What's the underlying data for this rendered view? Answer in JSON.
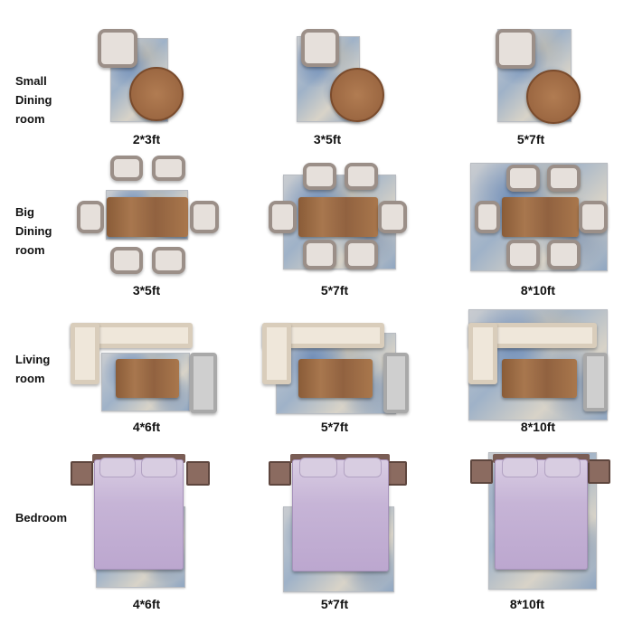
{
  "rows": [
    {
      "label_lines": [
        "Small",
        "Dining",
        "room"
      ],
      "sizes": [
        "2*3ft",
        "3*5ft",
        "5*7ft"
      ]
    },
    {
      "label_lines": [
        "Big",
        "Dining",
        "room"
      ],
      "sizes": [
        "3*5ft",
        "5*7ft",
        "8*10ft"
      ]
    },
    {
      "label_lines": [
        "Living",
        "room"
      ],
      "sizes": [
        "4*6ft",
        "5*7ft",
        "8*10ft"
      ]
    },
    {
      "label_lines": [
        "Bedroom"
      ],
      "sizes": [
        "4*6ft",
        "5*7ft",
        "8*10ft"
      ]
    }
  ]
}
